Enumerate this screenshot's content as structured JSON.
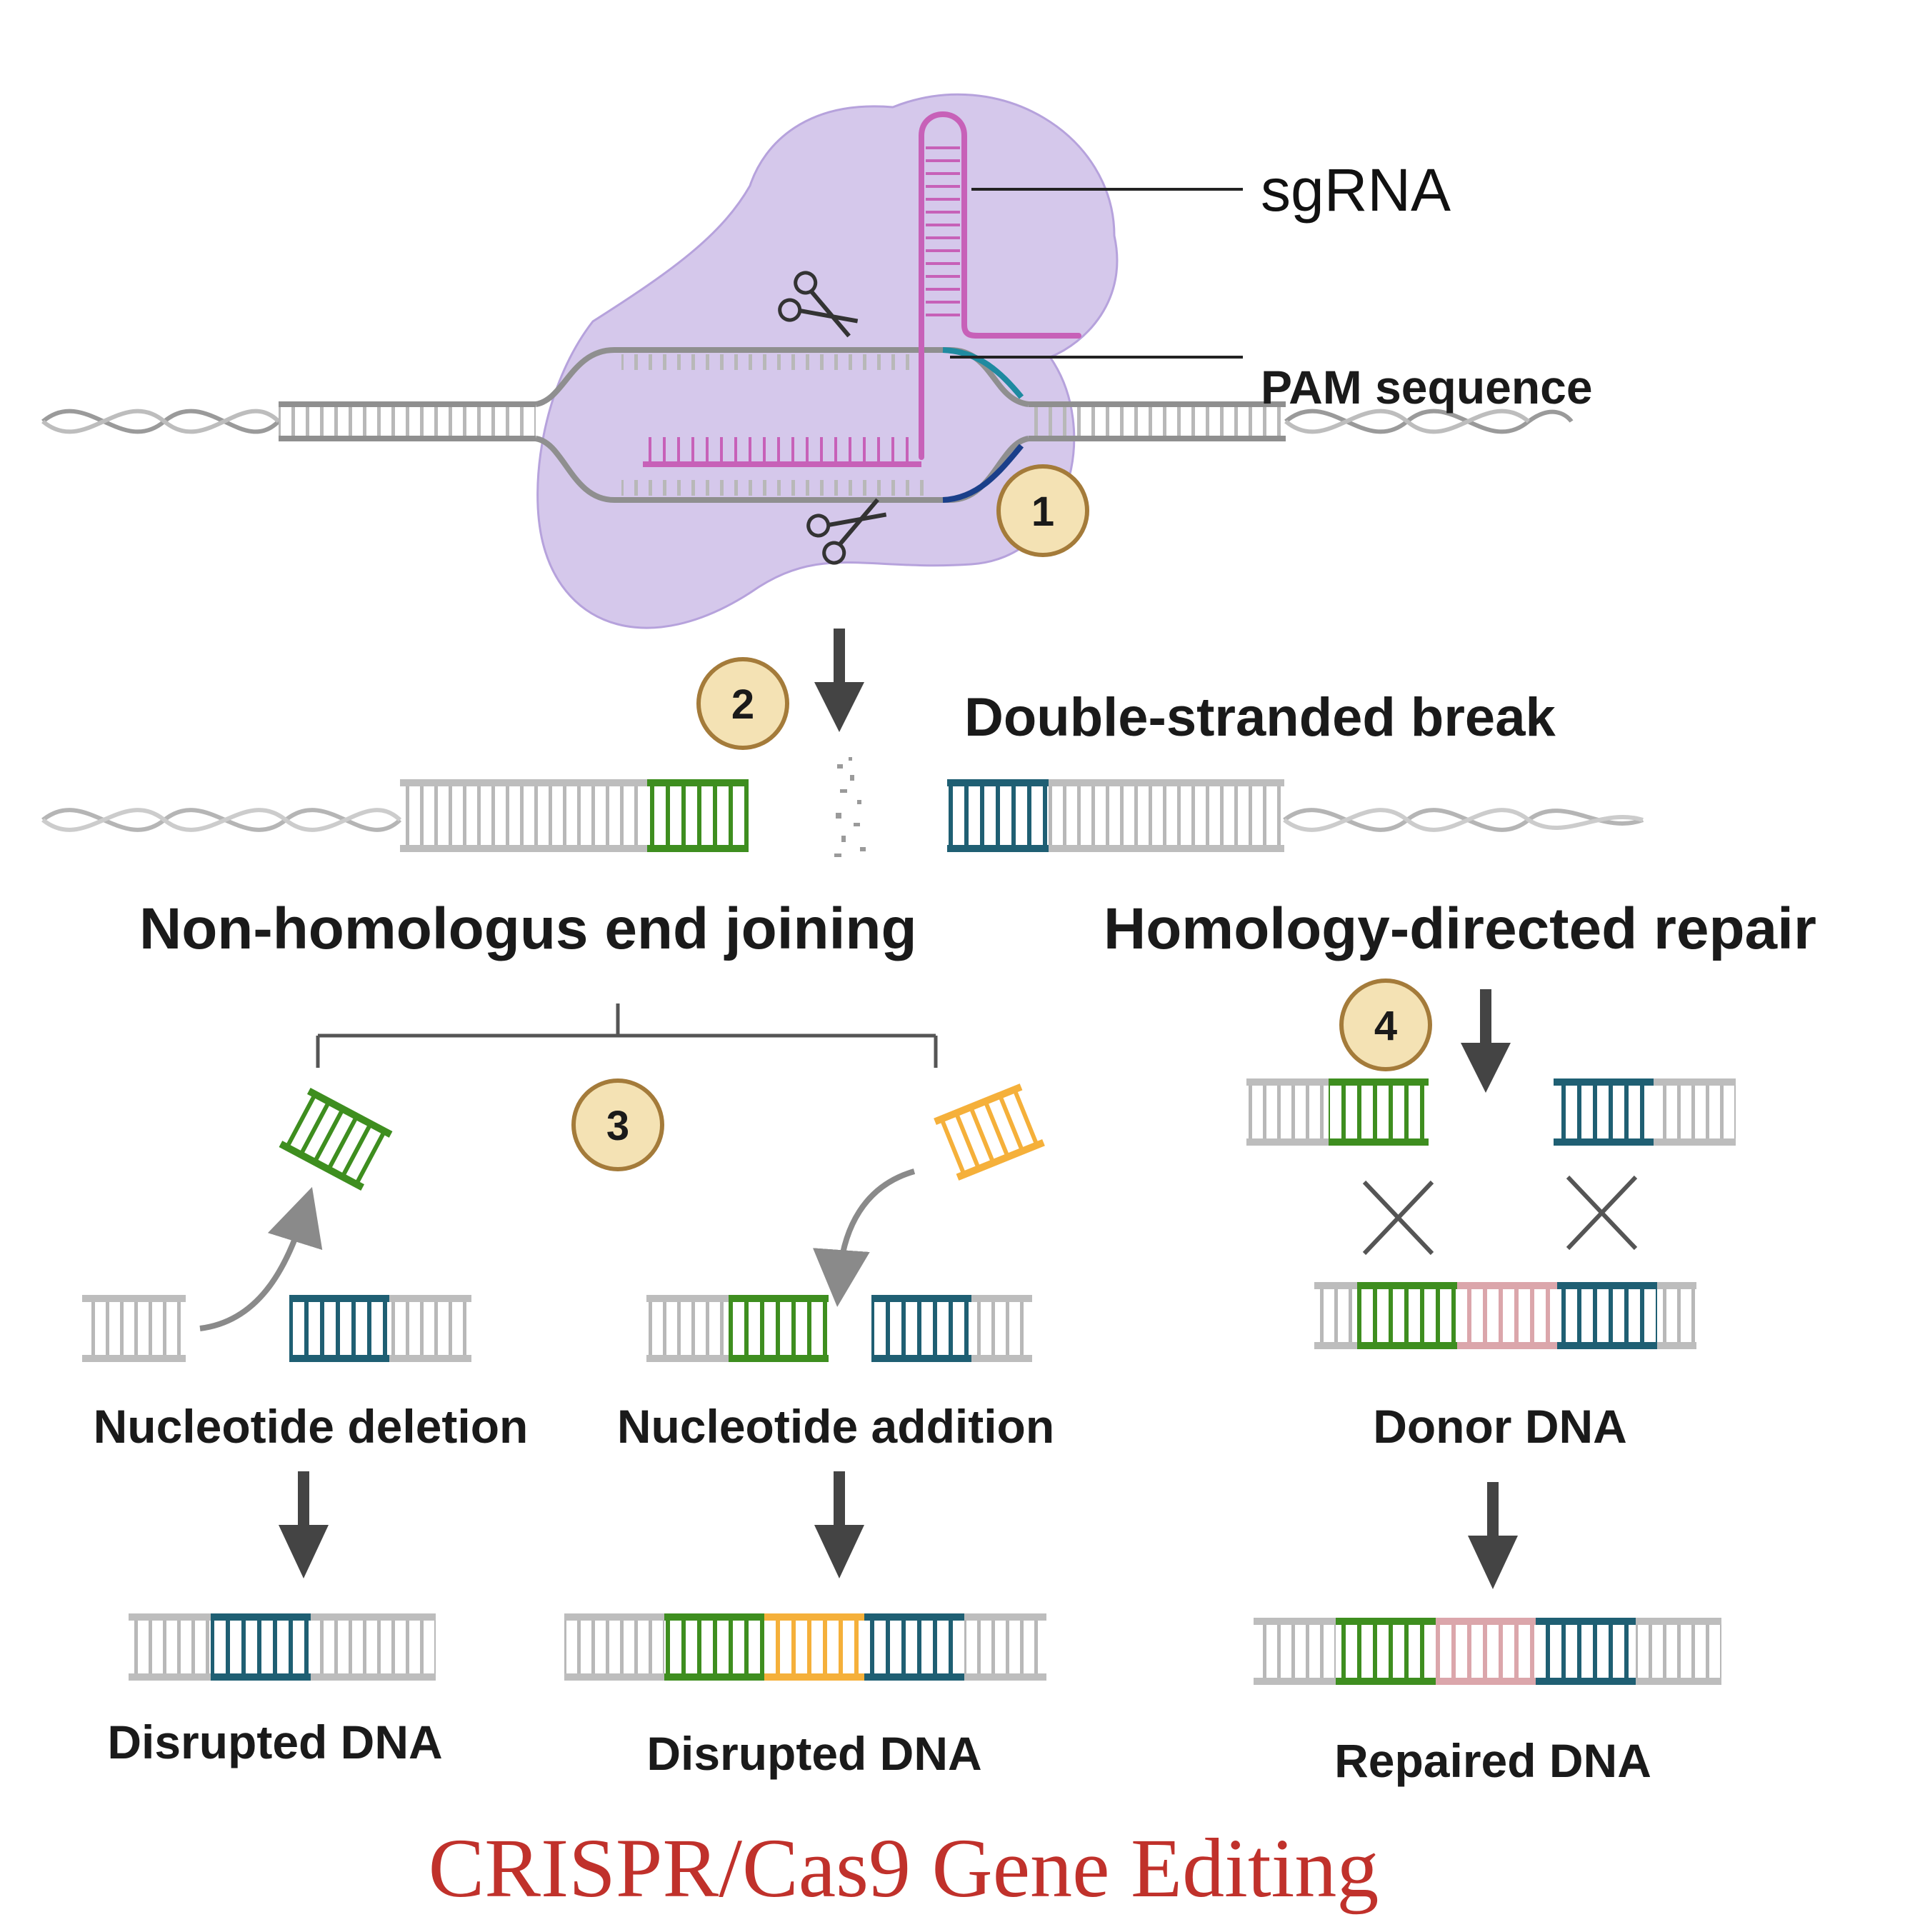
{
  "labels": {
    "sgrna": "sgRNA",
    "pam": "PAM sequence",
    "dsb": "Double-stranded break",
    "nhej": "Non-homologus end joining",
    "hdr": "Homology-directed repair",
    "deletion": "Nucleotide deletion",
    "addition": "Nucleotide addition",
    "donor": "Donor DNA",
    "disrupted_1": "Disrupted DNA",
    "disrupted_2": "Disrupted DNA",
    "repaired": "Repaired DNA"
  },
  "steps": [
    "1",
    "2",
    "3",
    "4"
  ],
  "title": "CRISPR/Cas9 Gene Editing",
  "colors": {
    "dna_gray": "#c2c2c2",
    "dna_dark": "#9a9a9a",
    "green": "#3e8e1f",
    "teal": "#1f5f73",
    "orange": "#f5b03a",
    "pink": "#dba6ab",
    "magenta": "#c761b8",
    "cas9": "#c9b8e6",
    "badge_fill": "#f4e2b4",
    "badge_stroke": "#a47b3a",
    "arrow": "#444444",
    "title": "#c0312b"
  }
}
